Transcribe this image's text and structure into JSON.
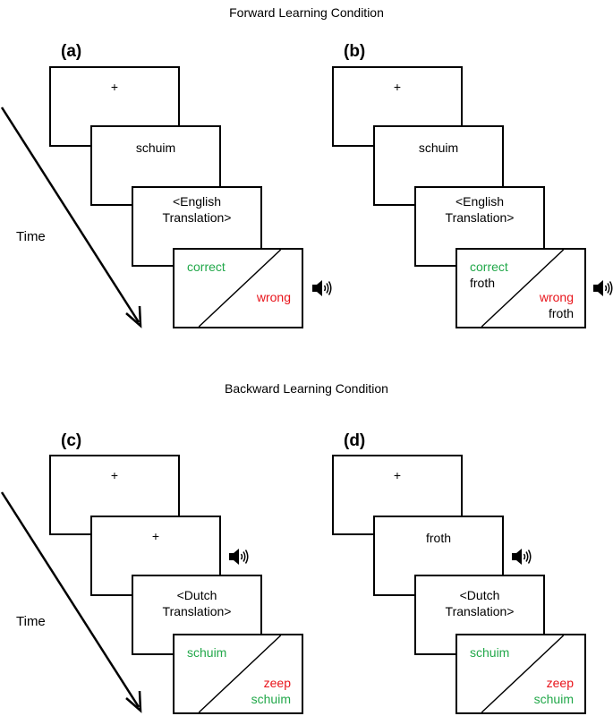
{
  "forward": {
    "title": "Forward Learning Condition",
    "time_label": "Time",
    "panel_a": {
      "label": "(a)",
      "fixation": "+",
      "cue": "schuim",
      "prompt": "<English\nTranslation>",
      "correct": "correct",
      "wrong": "wrong"
    },
    "panel_b": {
      "label": "(b)",
      "fixation": "+",
      "cue": "schuim",
      "prompt": "<English\nTranslation>",
      "correct": "correct",
      "correct_answer": "froth",
      "wrong": "wrong",
      "wrong_answer": "froth"
    }
  },
  "backward": {
    "title": "Backward Learning Condition",
    "time_label": "Time",
    "panel_c": {
      "label": "(c)",
      "fixation": "+",
      "cue": "+",
      "prompt": "<Dutch\nTranslation>",
      "correct": "schuim",
      "wrong": "zeep",
      "wrong_answer": "schuim"
    },
    "panel_d": {
      "label": "(d)",
      "fixation": "+",
      "cue": "froth",
      "prompt": "<Dutch\nTranslation>",
      "correct": "schuim",
      "wrong": "zeep",
      "wrong_answer": "schuim"
    }
  },
  "icons": {
    "speaker": "speaker-icon",
    "arrow": "time-arrow-icon"
  },
  "colors": {
    "correct": "#22a84a",
    "wrong": "#e8141b"
  }
}
